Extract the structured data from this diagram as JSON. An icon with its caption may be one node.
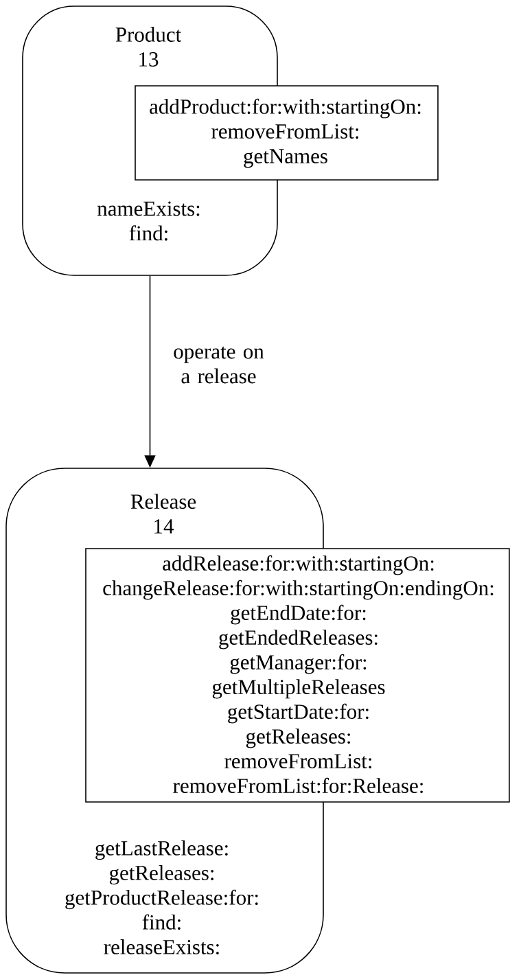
{
  "diagram": {
    "nodes": [
      {
        "text": [
          "Product 13",
          "nameExists: find:"
        ]
      },
      {
        "text": [
          "addProduct:for:with:startingOn: removeFromList: getNames"
        ]
      },
      {
        "text": [
          "Release 14",
          "getLastRelease: getReleases: getProductRelease:for: find: releaseExists:"
        ]
      },
      {
        "text": [
          "addRelease:for:with:startingOn: changeRelease:for:with:startingOn:endingOn: getEndDate:for: getEndedReleases: getManager:for: getMultipleReleases getStartDate:for: getReleases: removeFromList: removeFromList:for:Release:"
        ]
      }
    ],
    "edges": [
      {
        "from": 0,
        "to": 2,
        "arrow": "to",
        "label": "operate on a release"
      }
    ]
  }
}
